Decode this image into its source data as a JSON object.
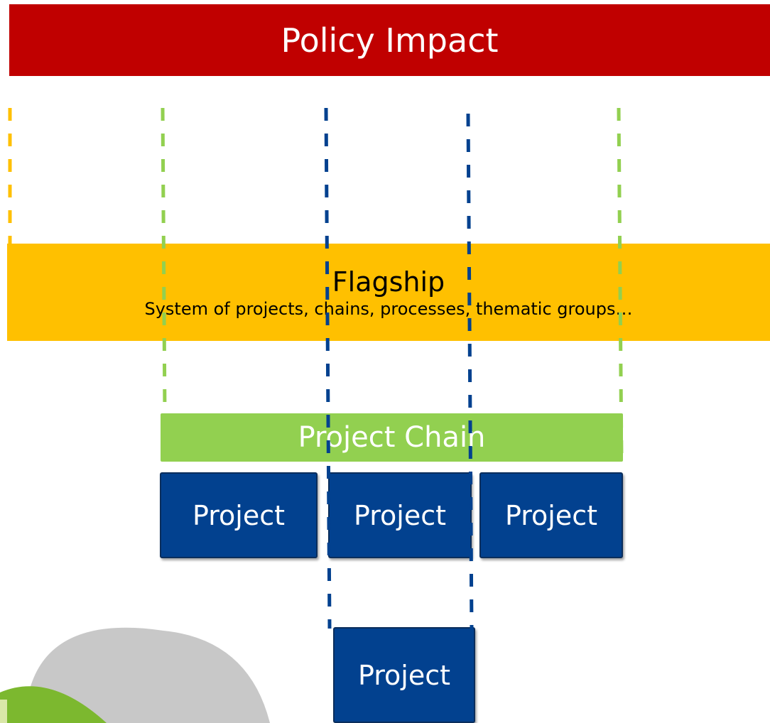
{
  "title": "Policy Impact",
  "flagship": {
    "title": "Flagship",
    "subtitle": "System of projects, chains, processes, thematic groups…"
  },
  "project_chain": {
    "label": "Project Chain"
  },
  "projects": [
    {
      "label": "Project"
    },
    {
      "label": "Project"
    },
    {
      "label": "Project"
    },
    {
      "label": "Project"
    }
  ],
  "colors": {
    "title_bg": "#c00000",
    "flagship_bg": "#ffc000",
    "chain_bg": "#92d050",
    "project_bg": "#02418f",
    "dash_yellow": "#ffc000",
    "dash_green": "#92d050",
    "dash_blue": "#02418f"
  }
}
